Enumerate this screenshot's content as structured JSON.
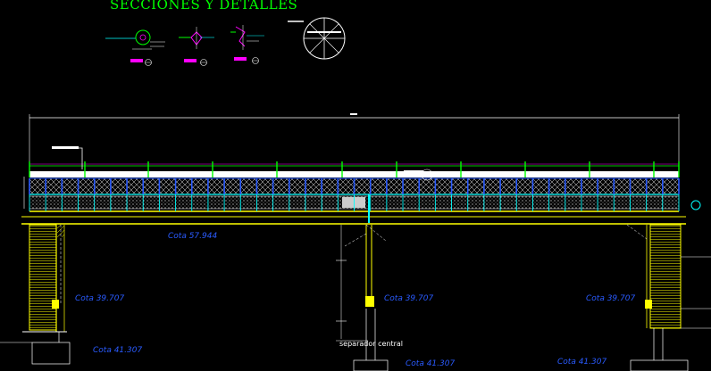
{
  "drawing": {
    "title": "SECCIONES Y DETALLES",
    "labels": {
      "cota_deck": "Cota  57.944",
      "cota_left_top": "Cota  39.707",
      "cota_mid_top": "Cota  39.707",
      "cota_right_top": "Cota  39.707",
      "cota_left_base": "Cota  41.307",
      "cota_mid_base": "Cota  41.307",
      "cota_right_base": "Cota  41.307",
      "separator": "separador central"
    },
    "colors": {
      "background": "#000000",
      "title": "#00ff00",
      "structure": "#ffff00",
      "mesh": "#00ffff",
      "accent_blue": "#2a5bff",
      "dim_green": "#00ff00",
      "magenta": "#ff00ff",
      "white": "#ffffff"
    }
  }
}
